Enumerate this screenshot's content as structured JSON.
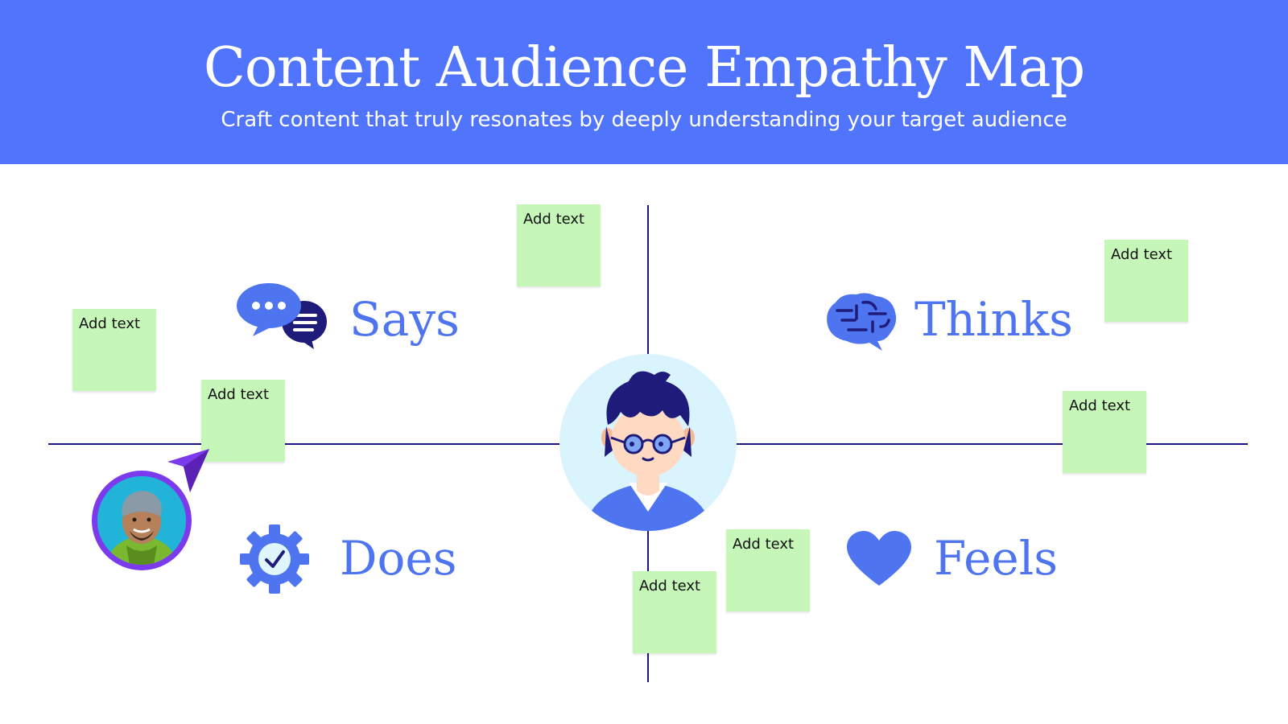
{
  "header": {
    "title": "Content Audience Empathy Map",
    "subtitle": "Craft content that truly resonates by deeply understanding your target audience"
  },
  "quadrants": {
    "says": {
      "label": "Says",
      "icon": "speech-bubbles-icon"
    },
    "thinks": {
      "label": "Thinks",
      "icon": "brain-icon"
    },
    "does": {
      "label": "Does",
      "icon": "gear-check-icon"
    },
    "feels": {
      "label": "Feels",
      "icon": "heart-icon"
    }
  },
  "stickies": [
    {
      "text": "Add text"
    },
    {
      "text": "Add text"
    },
    {
      "text": "Add text"
    },
    {
      "text": "Add text"
    },
    {
      "text": "Add text"
    },
    {
      "text": "Add text"
    },
    {
      "text": "Add text"
    }
  ],
  "colors": {
    "banner": "#5074fb",
    "label": "#4f74f0",
    "line": "#1a1580",
    "sticky": "#c6f7b9",
    "collaborator_ring": "#7c3aed"
  },
  "persona": {
    "icon": "persona-avatar-icon"
  },
  "collaborator": {
    "icon": "collaborator-avatar",
    "cursor": "pointer-cursor-icon"
  }
}
